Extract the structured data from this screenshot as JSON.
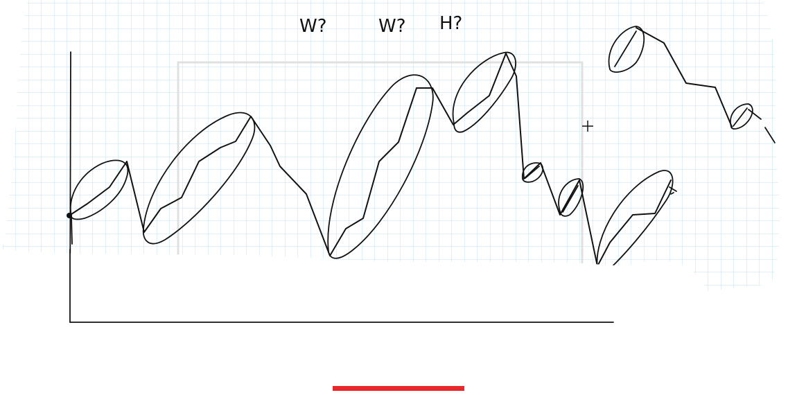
{
  "labels": {
    "question_1": "W?",
    "question_2": "W?",
    "question_3": "H?"
  },
  "colors": {
    "ink": "#111111",
    "grid_line": "#bfe3ef",
    "paper": "#ffffff",
    "cutout": "#ffffff",
    "progress_bar": "#e8272b",
    "frame": "#d9d9d9"
  },
  "icons": {
    "cursor": "crosshair-icon"
  }
}
